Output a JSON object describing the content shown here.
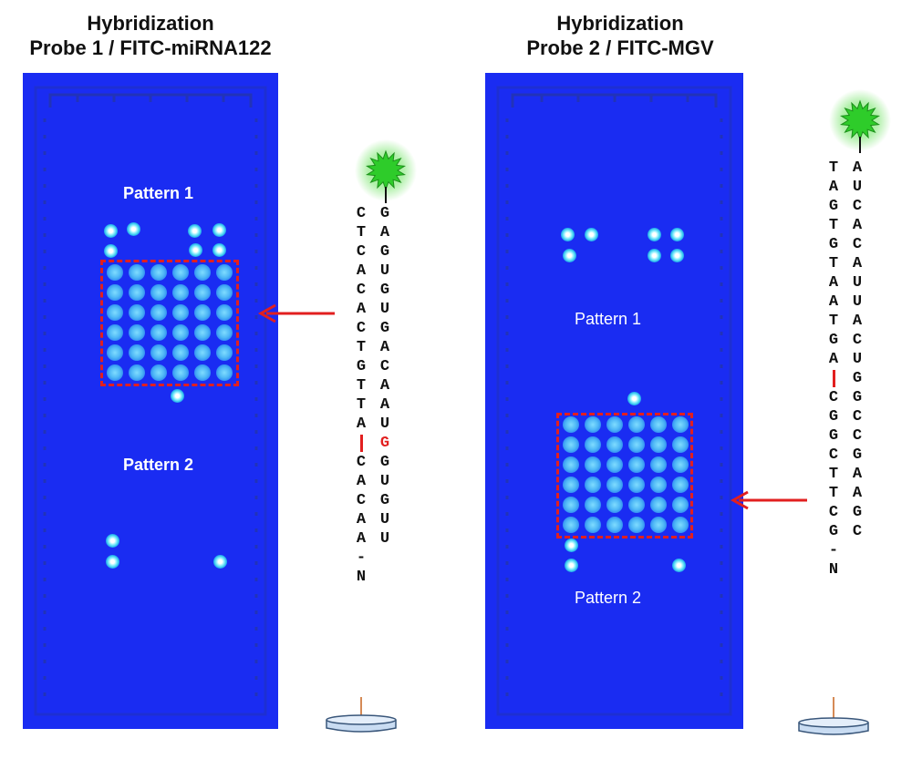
{
  "panels": [
    {
      "title_line1": "Hybridization",
      "title_line2": "Probe 1 / FITC-miRNA122",
      "pattern_upper": "Pattern 1",
      "pattern_lower": "Pattern 2",
      "highlighted_pattern": "Pattern 1",
      "probe_strand": [
        "C",
        "T",
        "C",
        "A",
        "C",
        "A",
        "C",
        "T",
        "G",
        "T",
        "T",
        "A",
        "|",
        "C",
        "A",
        "C",
        "A",
        "A",
        "-",
        "N"
      ],
      "target_strand": [
        "G",
        "A",
        "G",
        "U",
        "G",
        "U",
        "G",
        "A",
        "C",
        "A",
        "A",
        "U",
        "G",
        "G",
        "U",
        "G",
        "U",
        "U"
      ],
      "mismatch_index": 12
    },
    {
      "title_line1": "Hybridization",
      "title_line2": "Probe 2 / FITC-MGV",
      "pattern_upper": "Pattern 1",
      "pattern_lower": "Pattern 2",
      "highlighted_pattern": "Pattern 2",
      "probe_strand": [
        "T",
        "A",
        "G",
        "T",
        "G",
        "T",
        "A",
        "A",
        "T",
        "G",
        "A",
        "|",
        "C",
        "G",
        "G",
        "C",
        "T",
        "T",
        "C",
        "G",
        "-",
        "N"
      ],
      "target_strand": [
        "A",
        "U",
        "C",
        "A",
        "C",
        "A",
        "U",
        "U",
        "A",
        "C",
        "U",
        "G",
        "G",
        "C",
        "C",
        "G",
        "A",
        "A",
        "G",
        "C"
      ],
      "mismatch_index": 11
    }
  ],
  "colors": {
    "slide_blue": "#1a2cf2",
    "fluorescence_green": "#3fd13b",
    "highlight_red": "#e21f1f",
    "spot_cyan": "#4fb8f6"
  },
  "icons": {
    "label": "fitc-star-icon",
    "support": "solid-support-icon",
    "arrow": "red-arrow-icon"
  }
}
